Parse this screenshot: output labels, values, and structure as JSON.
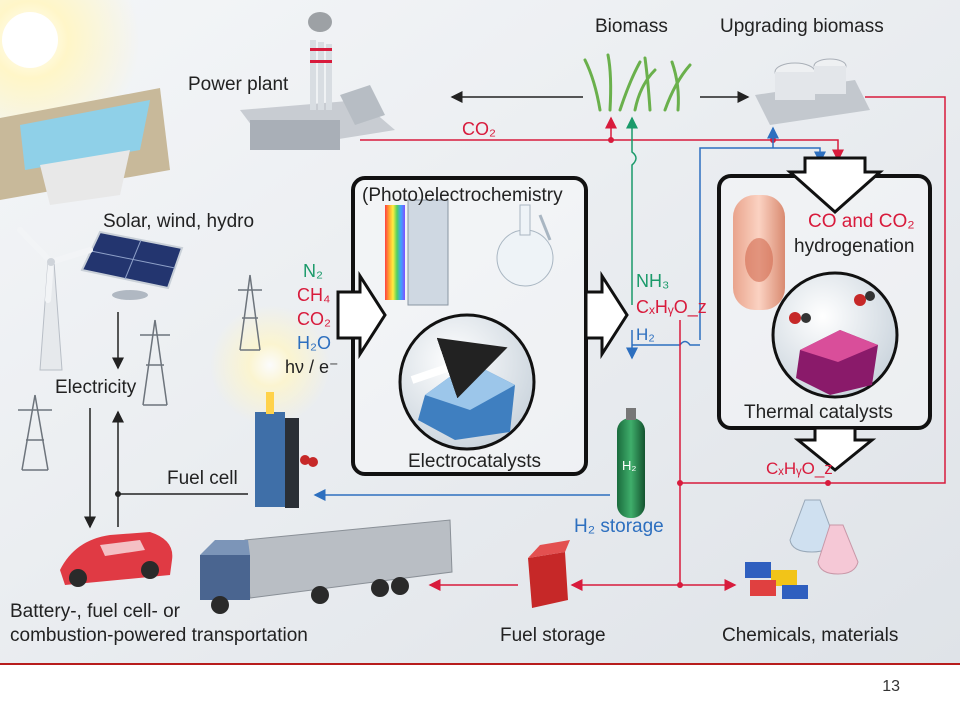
{
  "labels": {
    "power_plant": "Power plant",
    "biomass": "Biomass",
    "upgrading_biomass": "Upgrading biomass",
    "solar_wind_hydro": "Solar, wind, hydro",
    "photoelectrochemistry": "(Photo)electrochemistry",
    "electrocatalysts": "Electrocatalysts",
    "co_and_co2_line1": "CO and CO₂",
    "hydrogenation": "hydrogenation",
    "thermal_catalysts": "Thermal catalysts",
    "electricity": "Electricity",
    "fuel_cell": "Fuel cell",
    "h2_storage": "H₂ storage",
    "fuel_storage": "Fuel storage",
    "chemicals_materials": "Chemicals, materials",
    "transport_line1": "Battery-, fuel cell- or",
    "transport_line2": "combustion-powered transportation",
    "co2_top": "CO₂",
    "cxhyoz_bottom": "CₓHᵧO_z",
    "tank_label": "H₂"
  },
  "inputs": [
    {
      "text": "N₂",
      "color": "#1a9a6a"
    },
    {
      "text": "CH₄",
      "color": "#d81b3c"
    },
    {
      "text": "CO₂",
      "color": "#d81b3c"
    },
    {
      "text": "H₂O",
      "color": "#2d6fbf"
    },
    {
      "text": "hν / e⁻",
      "color": "#222222"
    }
  ],
  "outputs": [
    {
      "text": "NH₃",
      "color": "#1a9a6a"
    },
    {
      "text": "CₓHᵧO_z",
      "color": "#d81b3c"
    },
    {
      "text": "H₂",
      "color": "#2d6fbf"
    }
  ],
  "colors": {
    "red": "#d81b3c",
    "green": "#1a9a6a",
    "blue": "#2d6fbf",
    "dark": "#222222"
  },
  "page_number": "13"
}
